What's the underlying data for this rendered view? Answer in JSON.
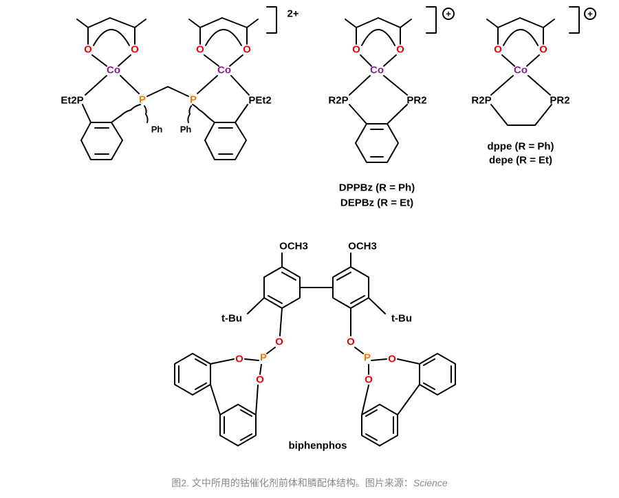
{
  "structures": {
    "dimer": {
      "cobalt": "Co",
      "oxygen": "O",
      "et2p_left": "Et2P",
      "p": "P",
      "pet2_right": "PEt2",
      "ph": "Ph",
      "charge": "2+"
    },
    "dppbz": {
      "cobalt": "Co",
      "oxygen": "O",
      "r2p": "R2P",
      "pr2": "PR2",
      "charge": "+",
      "label1": "DPPBz (R = Ph)",
      "label2": "DEPBz (R = Et)"
    },
    "dppe": {
      "cobalt": "Co",
      "oxygen": "O",
      "r2p": "R2P",
      "pr2": "PR2",
      "charge": "+",
      "label1": "dppe (R = Ph)",
      "label2": "depe (R = Et)"
    },
    "biphenphos": {
      "och3": "OCH3",
      "tbu": "t-Bu",
      "oxygen": "O",
      "p": "P",
      "label": "biphenphos"
    }
  },
  "caption": {
    "text": "图2. 文中所用的钴催化剂前体和膦配体结构。图片来源：",
    "source": "Science"
  },
  "colors": {
    "cobalt": "#8B1A8B",
    "oxygen": "#E8000B",
    "phosphorus": "#F07800",
    "caption": "#8a8a8a"
  }
}
